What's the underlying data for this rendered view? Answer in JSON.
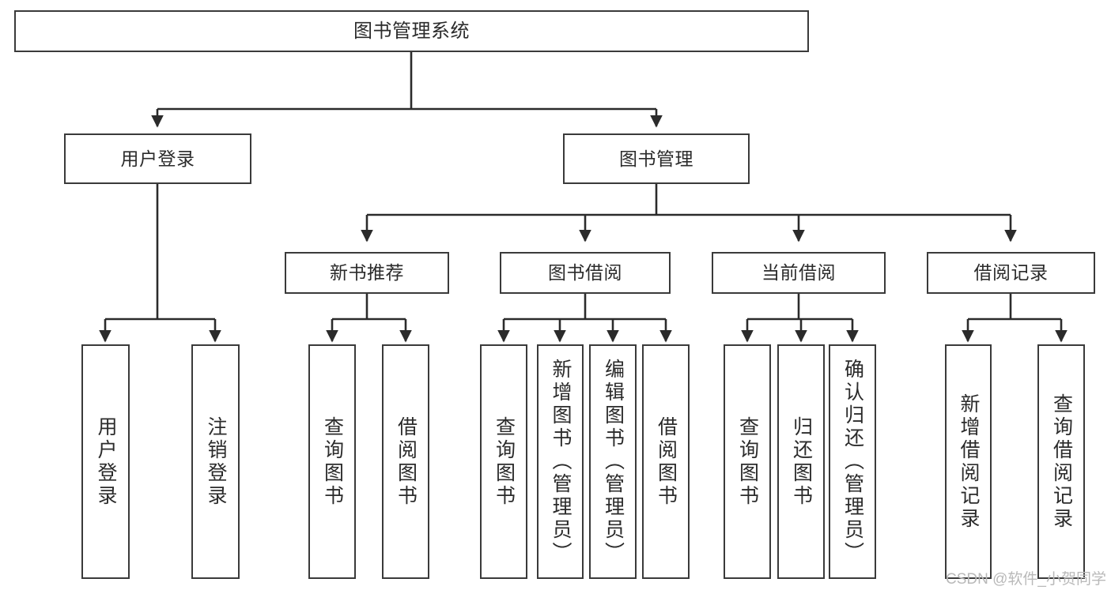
{
  "diagram": {
    "title": "图书管理系统",
    "type": "hierarchy-tree",
    "watermark": "CSDN @软件_小贺同学",
    "colors": {
      "box_border": "#3a3a3a",
      "box_fill": "#ffffff",
      "connector": "#2b2b2b",
      "text": "#2b2b2b",
      "watermark": "#b9b9b9",
      "background": "#ffffff"
    }
  },
  "nodes": {
    "root": {
      "label": "图书管理系统"
    },
    "level2": [
      {
        "id": "user-login",
        "label": "用户登录"
      },
      {
        "id": "book-manage",
        "label": "图书管理"
      }
    ],
    "level3": [
      {
        "id": "new-book-recommend",
        "label": "新书推荐"
      },
      {
        "id": "book-borrow",
        "label": "图书借阅"
      },
      {
        "id": "current-borrow",
        "label": "当前借阅"
      },
      {
        "id": "borrow-record",
        "label": "借阅记录"
      }
    ],
    "leaves": [
      {
        "id": "leaf-user-login",
        "label": "用户登录",
        "parent": "user-login"
      },
      {
        "id": "leaf-logout-login",
        "label": "注销登录",
        "parent": "user-login"
      },
      {
        "id": "leaf-query-book-1",
        "label": "查询图书",
        "parent": "new-book-recommend"
      },
      {
        "id": "leaf-borrow-book-1",
        "label": "借阅图书",
        "parent": "new-book-recommend"
      },
      {
        "id": "leaf-query-book-2",
        "label": "查询图书",
        "parent": "book-borrow"
      },
      {
        "id": "leaf-add-book",
        "label": "新增图书（管理员）",
        "parent": "book-borrow"
      },
      {
        "id": "leaf-edit-book",
        "label": "编辑图书（管理员）",
        "parent": "book-borrow"
      },
      {
        "id": "leaf-borrow-book-2",
        "label": "借阅图书",
        "parent": "book-borrow"
      },
      {
        "id": "leaf-query-book-3",
        "label": "查询图书",
        "parent": "current-borrow"
      },
      {
        "id": "leaf-return-book",
        "label": "归还图书",
        "parent": "current-borrow"
      },
      {
        "id": "leaf-confirm-return",
        "label": "确认归还（管理员）",
        "parent": "current-borrow"
      },
      {
        "id": "leaf-add-record",
        "label": "新增借阅记录",
        "parent": "borrow-record"
      },
      {
        "id": "leaf-query-record",
        "label": "查询借阅记录",
        "parent": "borrow-record"
      }
    ]
  }
}
